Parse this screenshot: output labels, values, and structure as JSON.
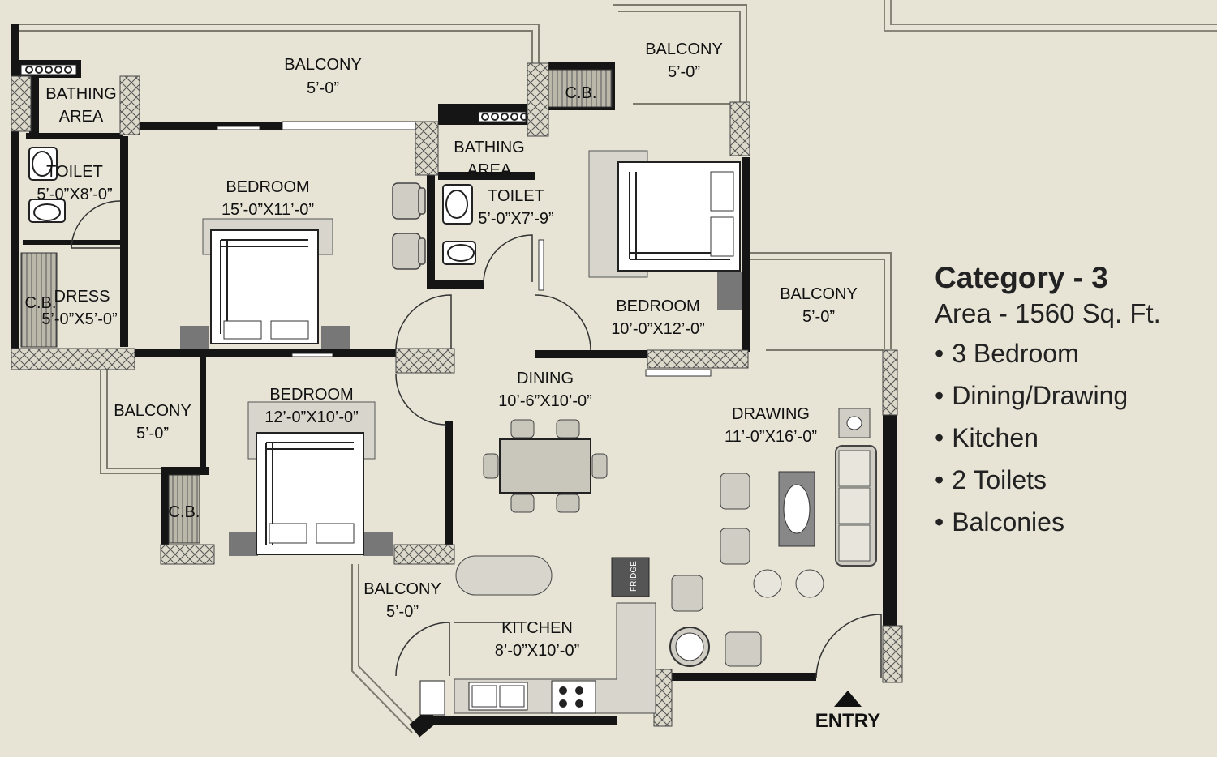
{
  "rooms": {
    "balcony_top": {
      "name": "BALCONY",
      "size": "5’-0”"
    },
    "balcony_top_right": {
      "name": "BALCONY",
      "size": "5’-0”"
    },
    "bathing_left": {
      "line1": "BATHING",
      "line2": "AREA"
    },
    "bathing_mid": {
      "line1": "BATHING",
      "line2": "AREA"
    },
    "toilet_left": {
      "name": "TOILET",
      "size": "5’-0”X8’-0”"
    },
    "toilet_mid": {
      "name": "TOILET",
      "size": "5’-0”X7’-9”"
    },
    "bedroom_1": {
      "name": "BEDROOM",
      "size": "15’-0”X11’-0”"
    },
    "bedroom_2": {
      "name": "BEDROOM",
      "size": "10’-0”X12’-0”"
    },
    "bedroom_3": {
      "name": "BEDROOM",
      "size": "12’-0”X10’-0”"
    },
    "cb_top": "C.B.",
    "cb_left": "C.B.",
    "cb_lower": "C.B.",
    "dress": {
      "name": "DRESS",
      "size": "5’-0”X5’-0”"
    },
    "balcony_right": {
      "name": "BALCONY",
      "size": "5’-0”"
    },
    "balcony_left": {
      "name": "BALCONY",
      "size": "5’-0”"
    },
    "balcony_bottom": {
      "name": "BALCONY",
      "size": "5’-0”"
    },
    "dining": {
      "name": "DINING",
      "size": "10’-6”X10’-0”"
    },
    "drawing": {
      "name": "DRAWING",
      "size": "11’-0”X16’-0”"
    },
    "kitchen": {
      "name": "KITCHEN",
      "size": "8’-0”X10’-0”"
    },
    "fridge": "FRIDGE"
  },
  "entry": "ENTRY",
  "legend": {
    "category": "Category - 3",
    "area": "Area - 1560 Sq. Ft.",
    "features": [
      "3 Bedroom",
      "Dining/Drawing",
      "Kitchen",
      "2 Toilets",
      "Balconies"
    ]
  }
}
